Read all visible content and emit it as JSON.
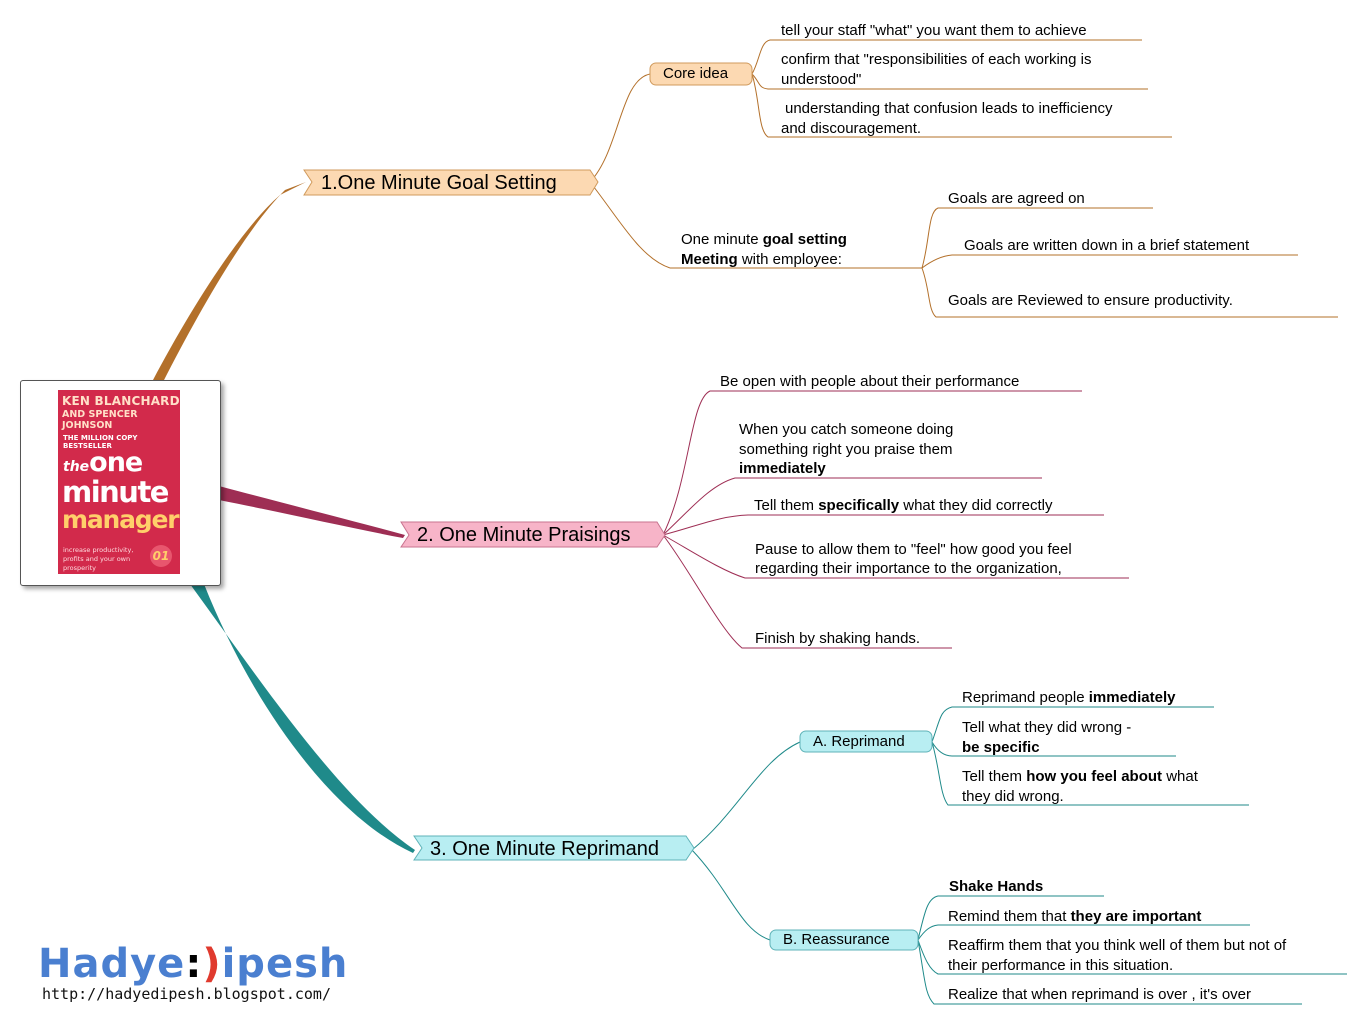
{
  "book": {
    "authors_line1": "KEN BLANCHARD",
    "authors_line2": "AND SPENCER JOHNSON",
    "tagline_top": "THE MILLION COPY BESTSELLER",
    "title_the": "the",
    "title_one": "one",
    "title_minute": "minute",
    "title_manager": "manager",
    "subtitle": "increase productivity, profits and your own prosperity",
    "publisher_mark": "01"
  },
  "branches": {
    "goal": {
      "label": "1.One Minute Goal Setting",
      "color": "#b3702a",
      "fill": "#fcd9b2",
      "core": {
        "label": "Core idea",
        "items": [
          "tell your staff \"what\" you want them to achieve",
          "confirm that \"responsibilities of each working is",
          "understood\"",
          "understanding that confusion leads to inefficiency",
          "and discouragement."
        ]
      },
      "meeting": {
        "label_pre": "One minute ",
        "label_bold1": "goal setting",
        "label_bold2": "Meeting",
        "label_post": " with employee:",
        "items": [
          "Goals are agreed on",
          "Goals are written down in a brief statement",
          "Goals are Reviewed to ensure productivity."
        ]
      }
    },
    "praise": {
      "label": "2. One Minute Praisings",
      "color": "#9e2e54",
      "fill": "#f7b4c8",
      "items": {
        "p1": "Be open  with people about their performance",
        "p2a": "When you catch someone doing",
        "p2b": "something right you praise them",
        "p2c": "immediately",
        "p3_pre": "Tell them ",
        "p3_bold": "specifically",
        "p3_post": " what they did correctly",
        "p4a": "Pause to allow them to \"feel\" how good you feel",
        "p4b": "regarding their importance to the organization,",
        "p5": "Finish by shaking hands."
      }
    },
    "reprimand": {
      "label": "3. One Minute Reprimand",
      "color": "#1f8a8a",
      "fill": "#b8eef2",
      "a": {
        "label": "A. Reprimand",
        "r1_pre": "Reprimand people ",
        "r1_bold": "immediately",
        "r2a": "Tell what they did wrong -",
        "r2b": "be specific",
        "r3_pre": "Tell them ",
        "r3_bold": "how you feel about",
        "r3_post": " what",
        "r3b": "they did wrong."
      },
      "b": {
        "label": "B. Reassurance",
        "s1": "Shake  Hands",
        "s2_pre": "Remind them that ",
        "s2_bold": "they are important",
        "s3a": "Reaffirm them that you think well of them but not of",
        "s3b": "their performance in this situation.",
        "s4": "Realize that when reprimand is over , it's over"
      }
    }
  },
  "watermark": {
    "name_left": "Hadye",
    "smile_colon": ":",
    "smile_paren": ")",
    "name_right": "ipesh",
    "url": "http://hadyedipesh.blogspot.com/"
  }
}
